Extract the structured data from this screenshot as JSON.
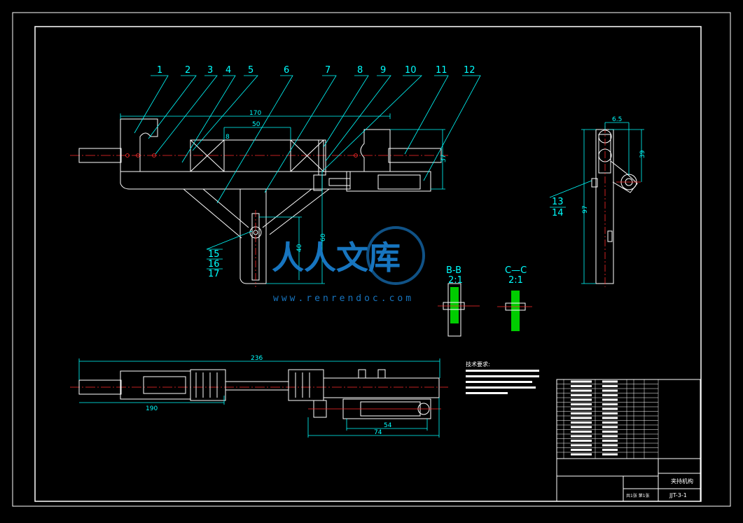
{
  "balloons": [
    "1",
    "2",
    "3",
    "4",
    "5",
    "6",
    "7",
    "8",
    "9",
    "10",
    "11",
    "12",
    "13",
    "14",
    "15",
    "16",
    "17"
  ],
  "dims": {
    "d170": "170",
    "d50": "50",
    "d8": "8",
    "d37": "37",
    "d60": "60",
    "d40": "40",
    "d6_5": "6.5",
    "d39": "39",
    "d97": "97",
    "d236": "236",
    "d190": "190",
    "d54": "54",
    "d74": "74"
  },
  "sections": {
    "bb_name": "B-B",
    "bb_scale": "2:1",
    "cc_name": "C—C",
    "cc_scale": "2:1"
  },
  "tech_title": "技术要求:",
  "title_block": {
    "part_name": "夹持机构",
    "drawing_no": "JJT-3-1",
    "sheet_info": "共1张 第1张"
  },
  "watermark": {
    "brand": "人人文库",
    "url": "www.renrendoc.com"
  },
  "colors": {
    "background": "#000000",
    "outline": "#ffffff",
    "dimension": "#00ffff",
    "centerline": "#ff2a2a",
    "section_fill": "#00cc00",
    "watermark": "#1a7fd0"
  }
}
